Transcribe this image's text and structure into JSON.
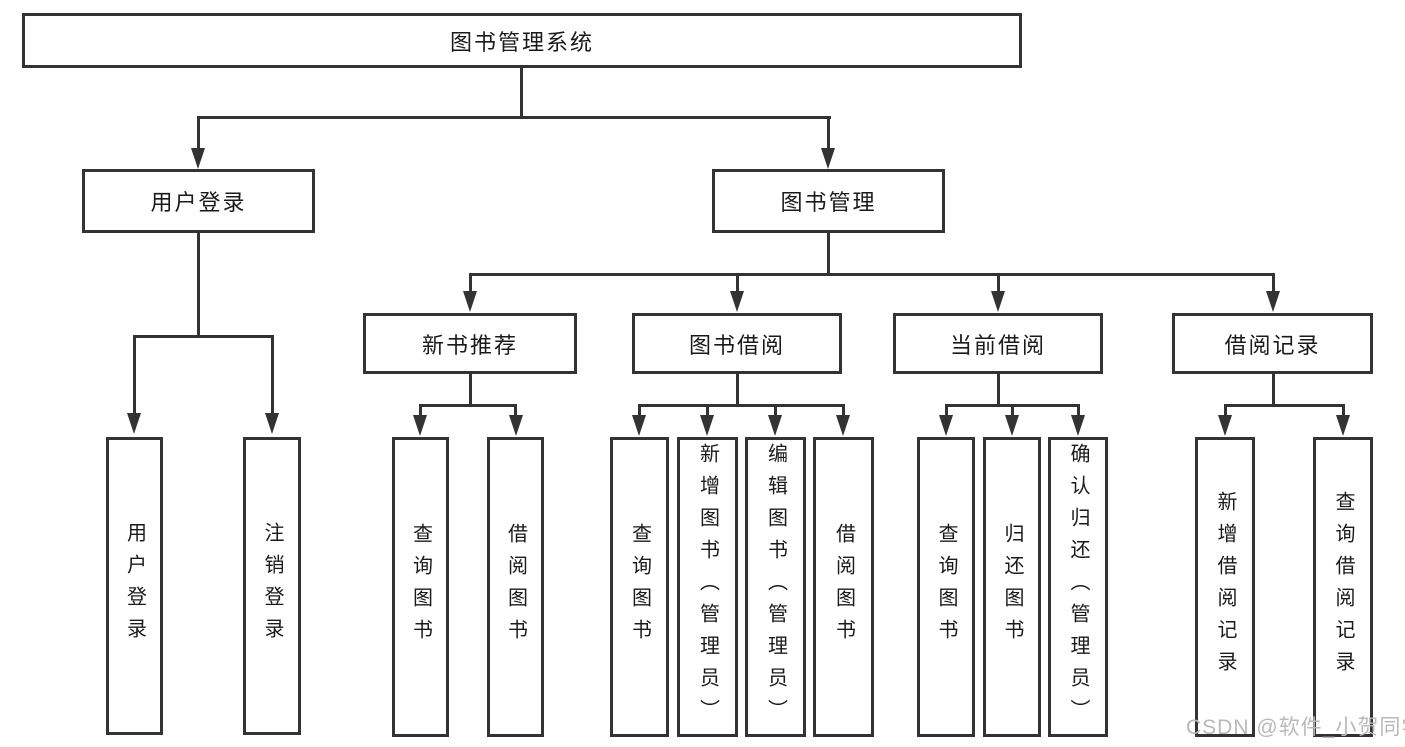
{
  "diagram": {
    "root": {
      "label": "图书管理系统"
    },
    "branches": [
      {
        "label": "用户登录",
        "children": [
          {
            "label": "用户登录"
          },
          {
            "label": "注销登录"
          }
        ]
      },
      {
        "label": "图书管理",
        "children": [
          {
            "label": "新书推荐",
            "children": [
              {
                "label": "查询图书"
              },
              {
                "label": "借阅图书"
              }
            ]
          },
          {
            "label": "图书借阅",
            "children": [
              {
                "label": "查询图书"
              },
              {
                "label": "新增图书（管理员）"
              },
              {
                "label": "编辑图书（管理员）"
              },
              {
                "label": "借阅图书"
              }
            ]
          },
          {
            "label": "当前借阅",
            "children": [
              {
                "label": "查询图书"
              },
              {
                "label": "归还图书"
              },
              {
                "label": "确认归还（管理员）"
              }
            ]
          },
          {
            "label": "借阅记录",
            "children": [
              {
                "label": "新增借阅记录"
              },
              {
                "label": "查询借阅记录"
              }
            ]
          }
        ]
      }
    ]
  },
  "watermark": {
    "text": "CSDN @软件_小贺同学"
  },
  "colors": {
    "line": "#333333",
    "box_border": "#333333",
    "box_fill": "#ffffff",
    "text": "#1a1a1a",
    "watermark": "#b9b9b9",
    "background": "#ffffff"
  }
}
